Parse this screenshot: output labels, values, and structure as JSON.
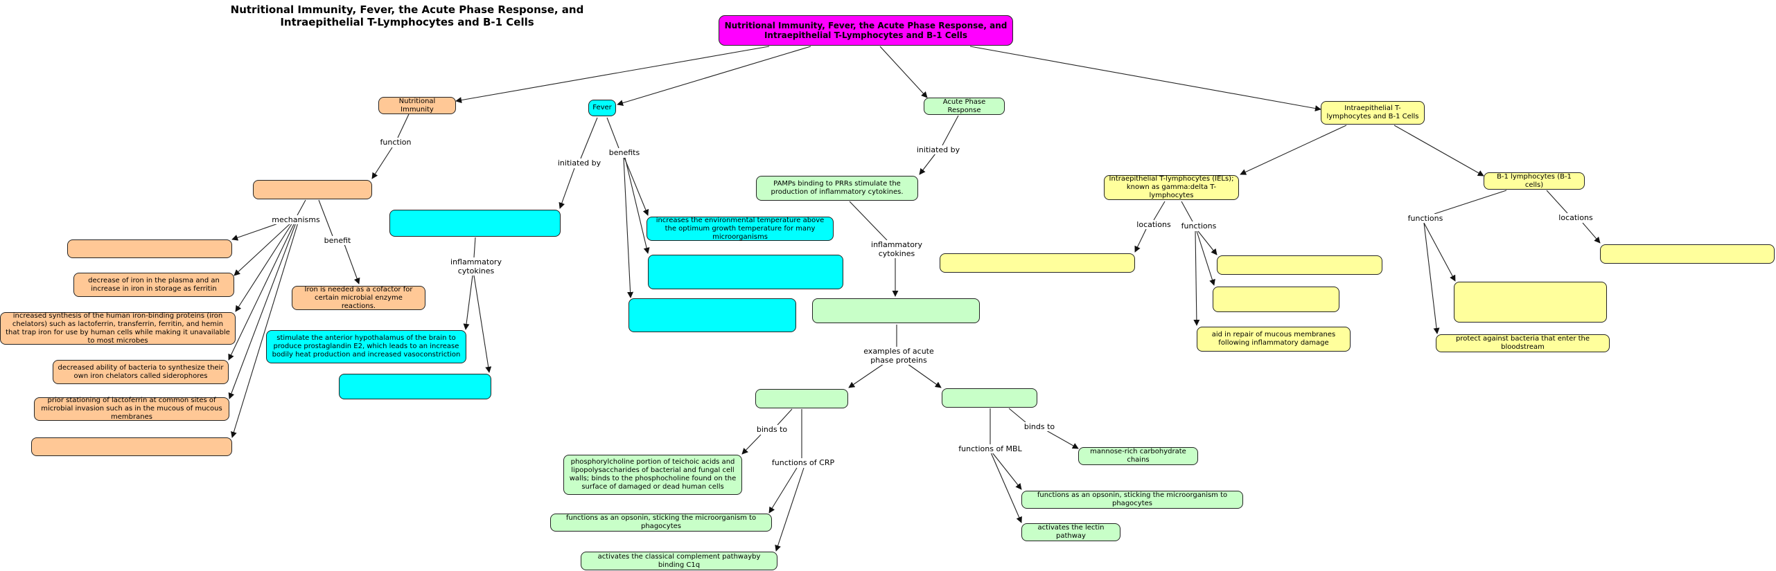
{
  "page_title": "Nutritional Immunity, Fever, the Acute Phase Response, and Intraepithelial T-Lymphocytes and B-1 Cells",
  "nodes": {
    "root": "Nutritional Immunity, Fever, the Acute Phase Response, and Intraepithelial T-Lymphocytes and B-1 Cells",
    "nutritional_immunity": "Nutritional Immunity",
    "ni_function_blank": "",
    "ni_mech_1": "",
    "ni_mech_2": "decrease of iron in the plasma and an increase in iron in storage as ferritin",
    "ni_mech_3": "increased synthesis of the human iron-binding proteins (iron chelators) such as lactoferrin, transferrin, ferritin, and hemin that trap iron for use by human cells while making it unavailable to most microbes",
    "ni_mech_4": "decreased ability of bacteria to synthesize their own iron chelators called siderophores",
    "ni_mech_5": "prior stationing of lactoferrin at common sites of microbial invasion such as in the mucous of mucous membranes",
    "ni_mech_6": "",
    "ni_benefit": "Iron is needed as a cofactor for certain microbial enzyme reactions.",
    "fever": "Fever",
    "fever_initiated_blank": "",
    "fever_cytokine_effect": "stimulate the anterior hypothalamus of the brain to produce prostaglandin E2, which leads to an increase bodily heat production and increased vasoconstriction",
    "fever_cytokine_blank": "",
    "fever_benefit_1": "increases the environmental temperature above the optimum growth temperature for many microorganisms",
    "fever_benefit_2": "",
    "fever_benefit_3": "",
    "acute_phase": "Acute Phase Response",
    "apr_initiated": "PAMPs binding to PRRs stimulate the production of inflammatory cytokines.",
    "apr_cytokines_blank": "",
    "crp_blank": "",
    "mbl_blank": "",
    "crp_binds": "phosphorylcholine portion of teichoic acids and lipopolysaccharides of bacterial and fungal cell walls; binds to the phosphocholine found on the surface of damaged or dead human cells",
    "crp_func_1": "functions as an opsonin, sticking the microorganism to phagocytes",
    "crp_func_2": "activates the classical complement pathwayby binding C1q",
    "mbl_binds": "mannose-rich carbohydrate chains",
    "mbl_func_1": "functions as an opsonin, sticking the microorganism to phagocytes",
    "mbl_func_2": "activates the lectin pathway",
    "iel_b1": "Intraepithelial T-lymphocytes and B-1 Cells",
    "iels": "Intraepithelial T-lymphocytes (IELs); known as gamma:delta T-lymphocytes",
    "iel_location_blank": "",
    "iel_func_1": "",
    "iel_func_2": "",
    "iel_func_3": "aid in repair of mucous membranes following inflammatory damage",
    "b1": "B-1 lymphocytes (B-1 cells)",
    "b1_location_blank": "",
    "b1_func_blank": "",
    "b1_func_2": "protect against bacteria that enter the bloodstream"
  },
  "links": {
    "function": "function",
    "mechanisms": "mechanisms",
    "benefit": "benefit",
    "initiated_by_fever": "initiated by",
    "benefits": "benefits",
    "inflammatory_cytokines_fever": "inflammatory cytokines",
    "initiated_by_apr": "initiated by",
    "inflammatory_cytokines_apr": "inflammatory cytokines",
    "examples": "examples of acute phase proteins",
    "binds_to_crp": "binds to",
    "functions_of_crp": "functions of CRP",
    "binds_to_mbl": "binds to",
    "functions_of_mbl": "functions of MBL",
    "locations_iel": "locations",
    "functions_iel": "functions",
    "functions_b1": "functions",
    "locations_b1": "locations"
  },
  "colors": {
    "root": "#ff00ff",
    "nutritional_immunity": "#ffc896",
    "fever": "#00ffff",
    "acute_phase": "#c8ffc8",
    "iel_b1": "#ffff9c",
    "lines": "#222222"
  }
}
